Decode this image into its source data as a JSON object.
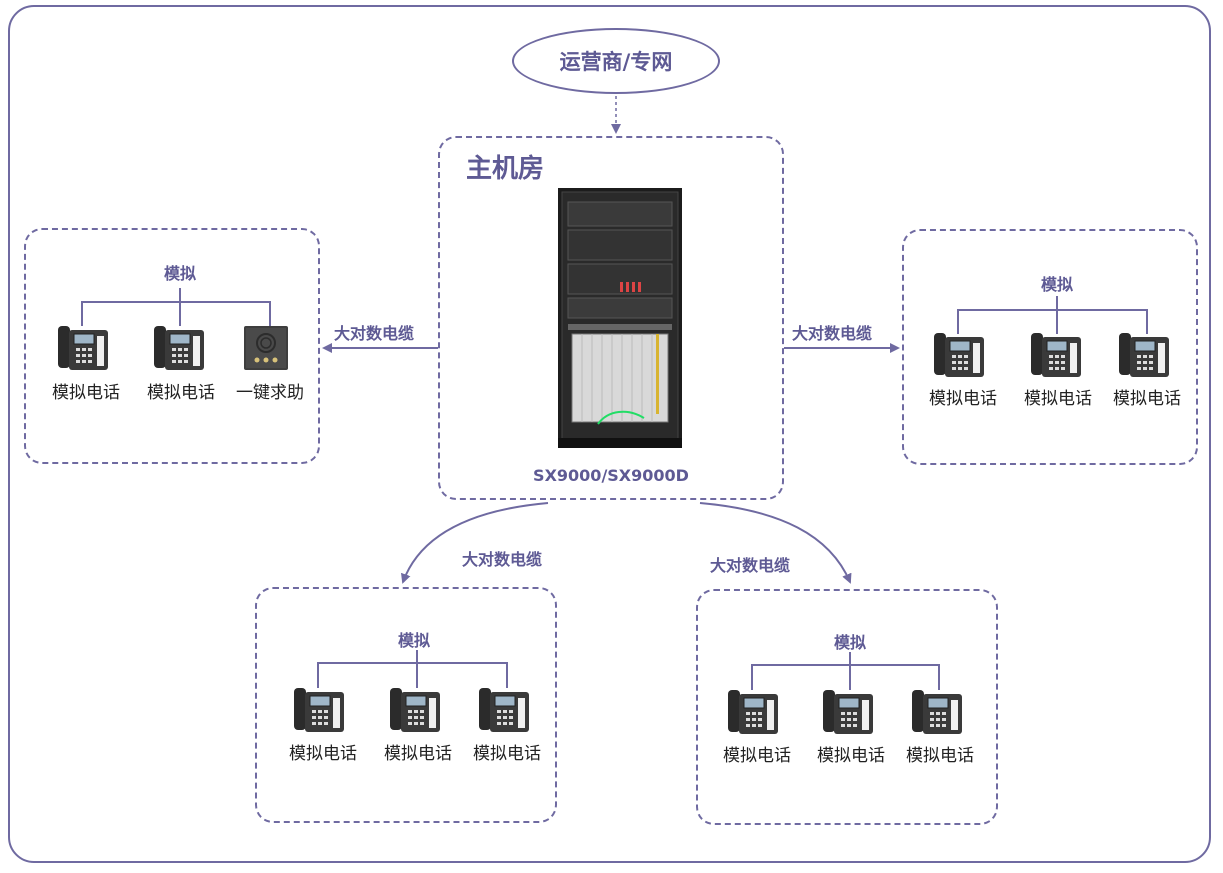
{
  "diagram": {
    "network_label": "运营商/专网",
    "machine_room": {
      "title": "主机房",
      "device_model": "SX9000/SX9000D"
    },
    "cable_labels": {
      "left": "大对数电缆",
      "right": "大对数电缆",
      "bottom_left": "大对数电缆",
      "bottom_right": "大对数电缆"
    },
    "groups": {
      "left": {
        "title": "模拟",
        "devices": [
          {
            "label": "模拟电话",
            "icon": "analog-phone-icon"
          },
          {
            "label": "模拟电话",
            "icon": "analog-phone-icon"
          },
          {
            "label": "一键求助",
            "icon": "emergency-call-box-icon"
          }
        ]
      },
      "right": {
        "title": "模拟",
        "devices": [
          {
            "label": "模拟电话",
            "icon": "analog-phone-icon"
          },
          {
            "label": "模拟电话",
            "icon": "analog-phone-icon"
          },
          {
            "label": "模拟电话",
            "icon": "analog-phone-icon"
          }
        ]
      },
      "bottom_left": {
        "title": "模拟",
        "devices": [
          {
            "label": "模拟电话",
            "icon": "analog-phone-icon"
          },
          {
            "label": "模拟电话",
            "icon": "analog-phone-icon"
          },
          {
            "label": "模拟电话",
            "icon": "analog-phone-icon"
          }
        ]
      },
      "bottom_right": {
        "title": "模拟",
        "devices": [
          {
            "label": "模拟电话",
            "icon": "analog-phone-icon"
          },
          {
            "label": "模拟电话",
            "icon": "analog-phone-icon"
          },
          {
            "label": "模拟电话",
            "icon": "analog-phone-icon"
          }
        ]
      }
    },
    "colors": {
      "line": "#6f6aa1",
      "text_accent": "#5e5a94",
      "device_text": "#222222"
    }
  }
}
